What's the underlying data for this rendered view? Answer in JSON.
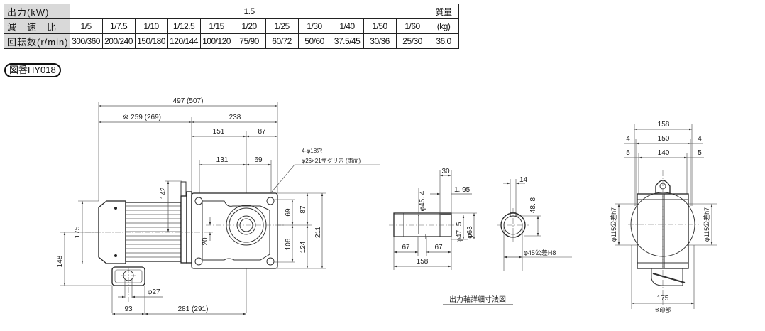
{
  "spec_table": {
    "output_label": "出力(kW)",
    "output_value": "1.5",
    "ratio_label": "減　速　比",
    "speed_label": "回転数(r/min)",
    "mass_label_1": "質量",
    "mass_label_2": "(kg)",
    "mass_value": "36.0",
    "ratios": [
      "1/5",
      "1/7.5",
      "1/10",
      "1/12.5",
      "1/15",
      "1/20",
      "1/25",
      "1/30",
      "1/40",
      "1/50",
      "1/60"
    ],
    "speeds": [
      "300/360",
      "200/240",
      "150/180",
      "120/144",
      "100/120",
      "75/90",
      "60/72",
      "50/60",
      "37.5/45",
      "30/36",
      "25/30"
    ]
  },
  "drawing_number": "図番HY018",
  "main_view": {
    "overall_length": "497 (507)",
    "motor_length": "※ 259 (269)",
    "gear_length": "238",
    "gear_left": "151",
    "gear_right": "87",
    "hole_left": "131",
    "hole_right": "69",
    "hole_note_1": "4-φ18穴",
    "hole_note_2": "φ26×21ザグリ穴 (両面)",
    "flange_height": "142",
    "motor_dia": "175",
    "axis_height": "148",
    "offset": "20",
    "upper_hole": "69",
    "upper_edge": "87",
    "lower_hole": "106",
    "lower_edge": "124",
    "total_height": "211",
    "conduit_dia": "φ27",
    "terminal_pos": "93",
    "terminal_to_center": "281 (291)"
  },
  "shaft_detail": {
    "caption": "出力軸詳細寸法図",
    "dim_30": "30",
    "dim_195": "1. 95",
    "dim_454": "φ45. 4",
    "dim_475": "φ47. 5",
    "dim_63": "φ63",
    "dim_67a": "67",
    "dim_67b": "67",
    "dim_158": "158",
    "key_width": "14",
    "key_depth": "48. 8",
    "bore": "φ45公差H8"
  },
  "side_view": {
    "width_158": "158",
    "width_150": "150",
    "width_140": "140",
    "gap_4a": "4",
    "gap_4b": "4",
    "gap_5a": "5",
    "gap_5b": "5",
    "pilot_left": "φ115公差h7",
    "pilot_right": "φ115公差h7",
    "width_175": "175",
    "mark_note": "※印部"
  }
}
